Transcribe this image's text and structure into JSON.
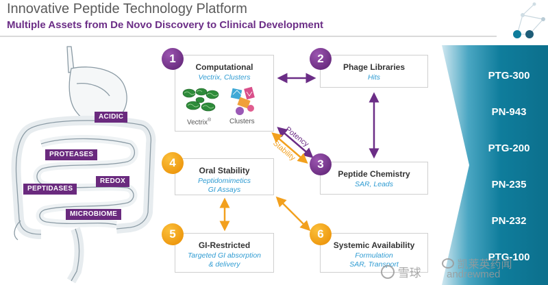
{
  "header": {
    "title": "Innovative Peptide Technology Platform",
    "subtitle": "Multiple Assets from De Novo Discovery to Clinical Development"
  },
  "gut_labels": [
    "ACIDIC",
    "PROTEASES",
    "REDOX",
    "PEPTIDASES",
    "MICROBIOME"
  ],
  "steps": [
    {
      "number": "1",
      "title": "Computational",
      "sub": [
        "Vectrix, Clusters"
      ],
      "color": "purple"
    },
    {
      "number": "2",
      "title": "Phage Libraries",
      "sub": [
        "Hits"
      ],
      "color": "purple"
    },
    {
      "number": "3",
      "title": "Peptide Chemistry",
      "sub": [
        "SAR, Leads"
      ],
      "color": "purple"
    },
    {
      "number": "4",
      "title": "Oral Stability",
      "sub": [
        "Peptidomimetics",
        "GI Assays"
      ],
      "color": "orange"
    },
    {
      "number": "5",
      "title": "GI-Restricted",
      "sub": [
        "Targeted GI absorption",
        "& delivery"
      ],
      "color": "orange"
    },
    {
      "number": "6",
      "title": "Systemic Availability",
      "sub": [
        "Formulation",
        "SAR, Transport"
      ],
      "color": "orange"
    }
  ],
  "molecules": {
    "vectrix_label": "Vectrix",
    "vectrix_mark": "®",
    "clusters_label": "Clusters"
  },
  "arrow_labels": {
    "potency": "Potency",
    "stability": "Stability"
  },
  "assets": [
    "PTG-300",
    "PN-943",
    "PTG-200",
    "PN-235",
    "PN-232",
    "PTG-100"
  ],
  "watermark": {
    "left": "雪球",
    "right": "凯莱英药闻",
    "handle": "andrewmed"
  },
  "colors": {
    "purple": "#6b2d86",
    "orange": "#f2a01e",
    "teal": "#0f7d9c",
    "accent_blue": "#2e9bd2"
  }
}
